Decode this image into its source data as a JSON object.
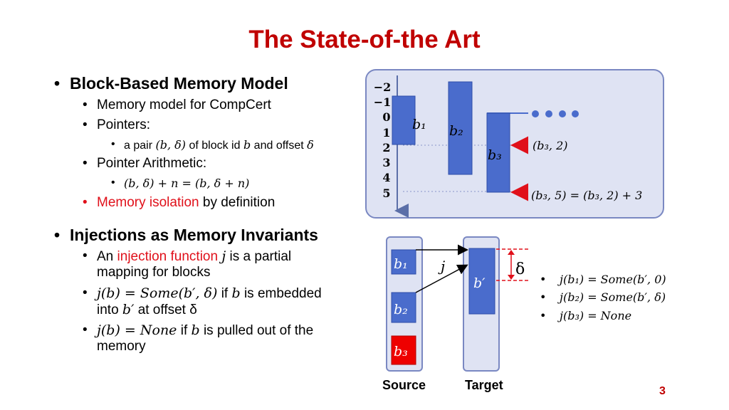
{
  "title": "The State-of-the Art",
  "bullets": {
    "b1": "Block-Based Memory Model",
    "b1_1": "Memory model for CompCert",
    "b1_2": "Pointers:",
    "b1_2_1_a": "a pair",
    "b1_2_1_pair": "(b, δ)",
    "b1_2_1_b": "of block id",
    "b1_2_1_var_b": "b",
    "b1_2_1_c": "and offset",
    "b1_2_1_var_d": "δ",
    "b1_3": "Pointer Arithmetic:",
    "b1_3_1": "(b, δ) + n = (b, δ + n)",
    "b1_4_red": "Memory isolation",
    "b1_4_rest": "by definition",
    "b2": "Injections as Memory Invariants",
    "b2_1_a": "An",
    "b2_1_red": "injection function",
    "b2_1_var": "j",
    "b2_1_b": "is a partial",
    "b2_1_line2": "mapping for blocks",
    "b2_2_math": "j(b) = Some(b′, δ)",
    "b2_2_a": "if",
    "b2_2_var": "b",
    "b2_2_b": "is embedded",
    "b2_2_line2a": "into",
    "b2_2_line2var": "b′",
    "b2_2_line2b": "at offset δ",
    "b2_3_math": "j(b) = None",
    "b2_3_a": "if",
    "b2_3_var": "b",
    "b2_3_b": "is pulled out of the",
    "b2_3_line2": "memory"
  },
  "memory_diagram": {
    "axis_ticks": [
      "−2",
      "−1",
      "0",
      "1",
      "2",
      "3",
      "4",
      "5"
    ],
    "blocks": [
      "b1",
      "b2",
      "b3"
    ],
    "block_labels": [
      "b₁",
      "b₂",
      "b₃"
    ],
    "annotation_1": "(b₃, 2)",
    "annotation_2": "(b₃, 5) = (b₃, 2) + 3",
    "continuation_dots": 4,
    "colors": {
      "panel_fill": "#dfe3f3",
      "panel_border": "#7a88c2",
      "block_fill": "#4a6ccc",
      "arrow": "#e0101a"
    }
  },
  "injection_diagram": {
    "source_label": "Source",
    "target_label": "Target",
    "source_blocks": [
      "b₁",
      "b₂",
      "b₃"
    ],
    "target_block": "b′",
    "mapping_label": "j",
    "offset_label": "δ",
    "mappings": [
      "j(b₁) = Some(b′, 0)",
      "j(b₂) = Some(b′, δ)",
      "j(b₃) = None"
    ],
    "colors": {
      "container_fill": "#dfe3f3",
      "block_fill": "#4a6ccc",
      "removed_fill": "#ee0000"
    }
  },
  "page_number": "3"
}
